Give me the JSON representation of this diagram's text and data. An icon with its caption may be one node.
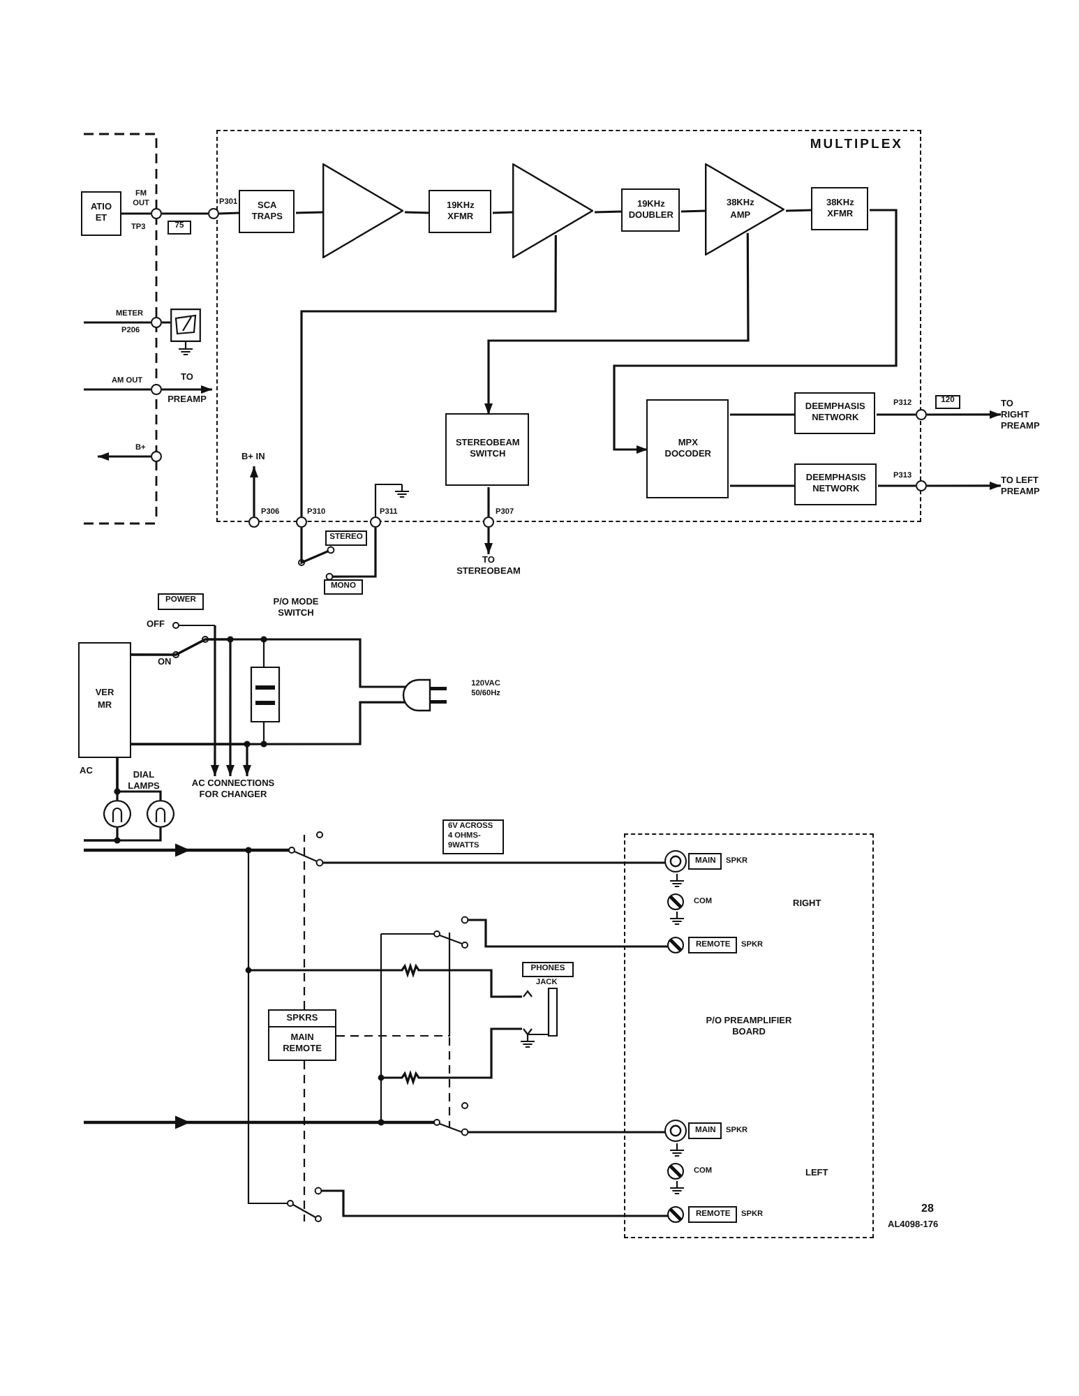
{
  "diagram": {
    "nodes": [
      {
        "text": [
          "MULTIPLEX"
        ]
      },
      {
        "text": [
          "ATIO ET"
        ]
      },
      {
        "text": [
          "SCA TRAPS"
        ],
        "in": 0
      },
      {
        "text": [],
        "shape": "triangle",
        "in": 0
      },
      {
        "text": [
          "19KHz XFMR"
        ],
        "in": 0
      },
      {
        "text": [],
        "shape": "triangle",
        "in": 0
      },
      {
        "text": [
          "19KHz DOUBLER"
        ],
        "in": 0
      },
      {
        "text": [
          "38KHz AMP"
        ],
        "in": 0
      },
      {
        "text": [
          "38KHz XFMR"
        ],
        "in": 0
      },
      {
        "text": [
          "STEREOBEAM SWITCH"
        ],
        "in": 0
      },
      {
        "text": [
          "MPX DOCODER"
        ],
        "in": 0
      },
      {
        "text": [
          "DEEMPHASIS NETWORK"
        ],
        "in": 0
      },
      {
        "text": [
          "DEEMPHASIS NETWORK"
        ],
        "in": 0
      },
      {
        "text": [],
        "shape": "picture"
      },
      {
        "text": [],
        "shape": "circle",
        "beside": [
          "FM OUT",
          "TP3"
        ]
      },
      {
        "text": [],
        "shape": "circle",
        "beside": [
          "P301"
        ]
      },
      {
        "text": [],
        "shape": "circle",
        "beside": [
          "METER",
          "P206"
        ]
      },
      {
        "text": [],
        "shape": "circle",
        "beside": [
          "AM OUT"
        ]
      },
      {
        "text": [],
        "shape": "circle",
        "beside": [
          "B+"
        ]
      },
      {
        "text": [],
        "shape": "circle",
        "beside": [
          "P306"
        ]
      },
      {
        "text": [],
        "shape": "circle",
        "beside": [
          "P310"
        ]
      },
      {
        "text": [],
        "shape": "circle",
        "beside": [
          "P311"
        ]
      },
      {
        "text": [],
        "shape": "circle",
        "beside": [
          "P307"
        ]
      },
      {
        "text": [],
        "shape": "circle",
        "beside": [
          "P312"
        ]
      },
      {
        "text": [],
        "shape": "circle",
        "beside": [
          "P313"
        ]
      },
      {
        "text": [
          "75"
        ]
      },
      {
        "text": [
          "120"
        ]
      },
      {
        "text": [
          "TO PREAMP"
        ]
      },
      {
        "text": [
          "B+ IN"
        ],
        "in": 0
      },
      {
        "text": [
          "TO STEREOBEAM"
        ]
      },
      {
        "text": [
          "TO RIGHT PREAMP"
        ]
      },
      {
        "text": [
          "TO LEFT PREAMP"
        ]
      },
      {
        "text": [
          "STEREO"
        ]
      },
      {
        "text": [
          "MONO"
        ]
      },
      {
        "text": [
          "POWER"
        ]
      },
      {
        "text": [
          "VER MR"
        ]
      },
      {
        "text": [],
        "shape": "plug",
        "beside": [
          "120VAC 50/60Hz"
        ]
      },
      {
        "text": [
          "AC CONNECTIONS FOR CHANGER"
        ]
      },
      {
        "text": [
          "6V ACROSS 4 OHMS- 9WATTS"
        ]
      },
      {
        "text": [
          "SPKRS",
          "MAIN REMOTE"
        ]
      },
      {
        "text": [
          "PHONES"
        ],
        "beside": [
          "JACK"
        ]
      },
      {
        "text": [
          "P/O PREAMPLIFIER BOARD"
        ]
      },
      {
        "text": [],
        "shape": "circle",
        "in": 41
      },
      {
        "text": [
          "MAIN"
        ],
        "in": 41,
        "beside": [
          "SPKR"
        ]
      },
      {
        "text": [],
        "shape": "circle",
        "in": 41,
        "beside": [
          "COM"
        ]
      },
      {
        "text": [],
        "shape": "circle",
        "in": 41
      },
      {
        "text": [
          "REMOTE"
        ],
        "in": 41,
        "beside": [
          "SPKR"
        ]
      },
      {
        "text": [],
        "shape": "circle",
        "in": 41
      },
      {
        "text": [
          "MAIN"
        ],
        "in": 41,
        "beside": [
          "SPKR"
        ]
      },
      {
        "text": [],
        "shape": "circle",
        "in": 41,
        "beside": [
          "COM"
        ]
      },
      {
        "text": [],
        "shape": "circle",
        "in": 41
      },
      {
        "text": [
          "REMOTE"
        ],
        "in": 41,
        "beside": [
          "SPKR"
        ]
      },
      {
        "text": [],
        "shape": "picture"
      },
      {
        "text": [],
        "shape": "picture"
      },
      {
        "text": [],
        "shape": "picture"
      }
    ],
    "edges": [
      {
        "from": 1,
        "to": 14,
        "arrow": "none"
      },
      {
        "from": 14,
        "to": 15,
        "arrow": "none"
      },
      {
        "from": 15,
        "to": 2,
        "arrow": "none"
      },
      {
        "from": 2,
        "to": 3,
        "arrow": "none"
      },
      {
        "from": 3,
        "to": 4,
        "arrow": "none"
      },
      {
        "from": 4,
        "to": 5,
        "arrow": "none"
      },
      {
        "from": 5,
        "to": 6,
        "arrow": "none"
      },
      {
        "from": 6,
        "to": 7,
        "arrow": "none"
      },
      {
        "from": 7,
        "to": 8,
        "arrow": "none"
      },
      {
        "from": 8,
        "to": 10,
        "arrow": "to"
      },
      {
        "from": 10,
        "to": 11,
        "arrow": "none"
      },
      {
        "from": 10,
        "to": 12,
        "arrow": "none"
      },
      {
        "from": 11,
        "to": 23,
        "arrow": "none"
      },
      {
        "from": 23,
        "to": 30,
        "arrow": "to"
      },
      {
        "from": 12,
        "to": 24,
        "arrow": "none"
      },
      {
        "from": 24,
        "to": 31,
        "arrow": "to"
      },
      {
        "from": 7,
        "to": 9,
        "arrow": "to"
      },
      {
        "from": 5,
        "to": 20,
        "arrow": "none"
      },
      {
        "from": 9,
        "to": 22,
        "arrow": "none"
      },
      {
        "from": 22,
        "to": 29,
        "arrow": "to"
      },
      {
        "from": 19,
        "to": 28,
        "arrow": "to"
      },
      {
        "from": null,
        "to": 17,
        "arrow": "none"
      },
      {
        "from": 17,
        "to": 27,
        "arrow": "to"
      },
      {
        "from": null,
        "to": 16,
        "arrow": "none"
      },
      {
        "from": 16,
        "to": 13,
        "arrow": "none"
      },
      {
        "from": 18,
        "to": null,
        "arrow": "to"
      },
      {
        "from": null,
        "to": 37,
        "arrow": "to"
      },
      {
        "from": 35,
        "to": 37,
        "arrow": "to"
      },
      {
        "from": 35,
        "to": 37,
        "arrow": "to"
      },
      {
        "from": null,
        "to": 42,
        "arrow": "other"
      },
      {
        "from": null,
        "to": 45,
        "arrow": "other"
      },
      {
        "from": null,
        "to": 47,
        "arrow": "other"
      },
      {
        "from": null,
        "to": 50,
        "arrow": "other"
      },
      {
        "from": 35,
        "to": 36,
        "arrow": "none"
      },
      {
        "from": 35,
        "to": 36,
        "arrow": "none"
      },
      {
        "from": 35,
        "to": 52,
        "arrow": "none"
      },
      {
        "from": 35,
        "to": 53,
        "arrow": "none"
      },
      {
        "from": 52,
        "to": null,
        "arrow": "none"
      },
      {
        "from": 53,
        "to": null,
        "arrow": "none"
      },
      {
        "from": null,
        "to": 54,
        "arrow": "other"
      },
      {
        "from": null,
        "to": 54,
        "arrow": "other"
      },
      {
        "from": 39,
        "to": null,
        "arrow": "none",
        "style": "dashed"
      },
      {
        "from": 39,
        "to": null,
        "arrow": "none",
        "style": "dashed"
      },
      {
        "from": 39,
        "to": null,
        "arrow": "none",
        "style": "dashed"
      },
      {
        "from": 32,
        "to": 20,
        "arrow": "other"
      },
      {
        "from": 33,
        "to": 21,
        "arrow": "other"
      }
    ],
    "labels": [
      "P/O MODE SWITCH",
      "OFF",
      "ON",
      "AC",
      "DIAL LAMPS",
      "RIGHT",
      "LEFT",
      "28",
      "AL4098-176"
    ]
  }
}
